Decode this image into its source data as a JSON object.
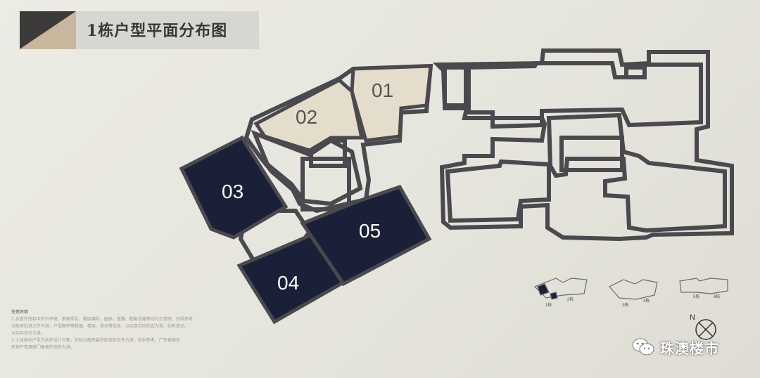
{
  "title": "1栋户型平面分布图",
  "units": [
    {
      "id": "01",
      "fill": "#e5ddcb",
      "text_color": "#555555"
    },
    {
      "id": "02",
      "fill": "#e5ddcb",
      "text_color": "#555555"
    },
    {
      "id": "03",
      "fill": "#1a2038",
      "text_color": "#ffffff"
    },
    {
      "id": "04",
      "fill": "#1a2038",
      "text_color": "#ffffff"
    },
    {
      "id": "05",
      "fill": "#1a2038",
      "text_color": "#ffffff"
    }
  ],
  "key_plan": {
    "labels": [
      "1栋",
      "2栋",
      "3栋",
      "4栋",
      "5栋",
      "6栋"
    ]
  },
  "disclaimer": {
    "title": "免责声明",
    "lines": [
      "1.本宣传资料中所示环境、景观绿化、楼层编号、园林、道路、配套设施等均为示意图，仅供参考",
      "以政府批准文件为准。户型面积等数据、楼层、单元等信息，以买卖合同约定为准，如有变动，",
      "以实际交付为准。",
      "2.上述相关户型为初步设计方案，实际以政府最终批准的文件为准，仅供参考，广东省相关",
      "房地产管理部门备案的资料为准。"
    ]
  },
  "compass": {
    "label": "N"
  },
  "watermark": {
    "text": "珠澳楼市",
    "icon": "wechat-icon"
  },
  "colors": {
    "wall": "#4a4a4e",
    "dark_unit": "#1a2038",
    "light_unit": "#e5ddcb",
    "background": "#e8e7df"
  }
}
